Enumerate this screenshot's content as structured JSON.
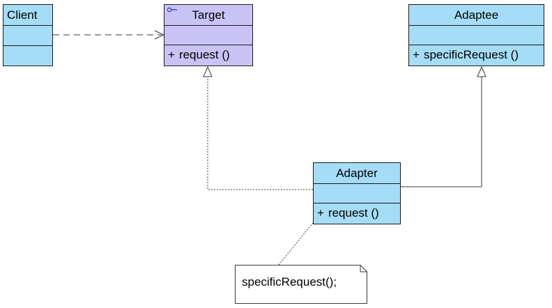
{
  "colors": {
    "class_fill": "#a5dcf6",
    "interface_fill": "#c9c3f5",
    "line": "#3a3a3a",
    "note_fill": "#ffffff"
  },
  "classes": {
    "client": {
      "name": "Client",
      "operations": []
    },
    "target": {
      "name": "Target",
      "stereotype_icon": "interface-icon",
      "operations": [
        {
          "visibility": "+",
          "label": "request ()"
        }
      ]
    },
    "adaptee": {
      "name": "Adaptee",
      "operations": [
        {
          "visibility": "+",
          "label": "specificRequest ()"
        }
      ]
    },
    "adapter": {
      "name": "Adapter",
      "operations": [
        {
          "visibility": "+",
          "label": "request ()"
        }
      ]
    }
  },
  "note": {
    "text": "specificRequest();"
  },
  "relationships": [
    {
      "from": "client",
      "to": "target",
      "kind": "dependency",
      "style": "dashed-open-arrow"
    },
    {
      "from": "adapter",
      "to": "target",
      "kind": "realization",
      "style": "dotted-hollow-triangle"
    },
    {
      "from": "adapter",
      "to": "adaptee",
      "kind": "generalization",
      "style": "solid-hollow-triangle"
    },
    {
      "from": "note",
      "to": "adapter",
      "kind": "note-anchor",
      "style": "dotted"
    }
  ]
}
